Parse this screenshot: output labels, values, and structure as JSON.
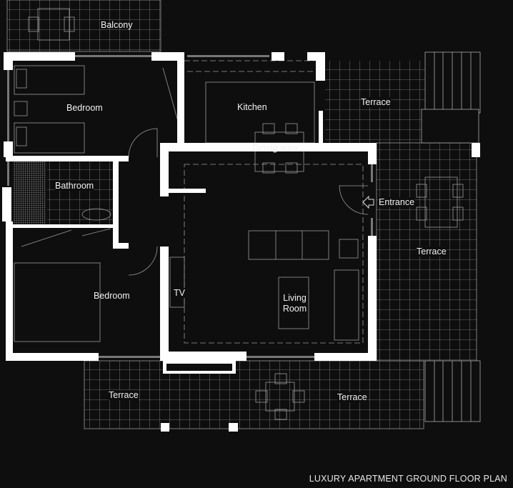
{
  "title": "LUXURY APARTMENT GROUND FLOOR PLAN",
  "rooms": {
    "balcony": "Balcony",
    "bedroom_top": "Bedroom",
    "kitchen": "Kitchen",
    "terrace_top_right": "Terrace",
    "dining": "Dining area",
    "bathroom": "Bathroom",
    "entrance": "Entrance",
    "terrace_right": "Terrace",
    "bedroom_bottom": "Bedroom",
    "tv": "TV",
    "living_line1": "Living",
    "living_line2": "Room",
    "terrace_bottom_left": "Terrace",
    "terrace_bottom": "Terrace"
  },
  "colors": {
    "background": "#0e0e0e",
    "wall": "#ffffff",
    "line": "#9a9a9a"
  }
}
